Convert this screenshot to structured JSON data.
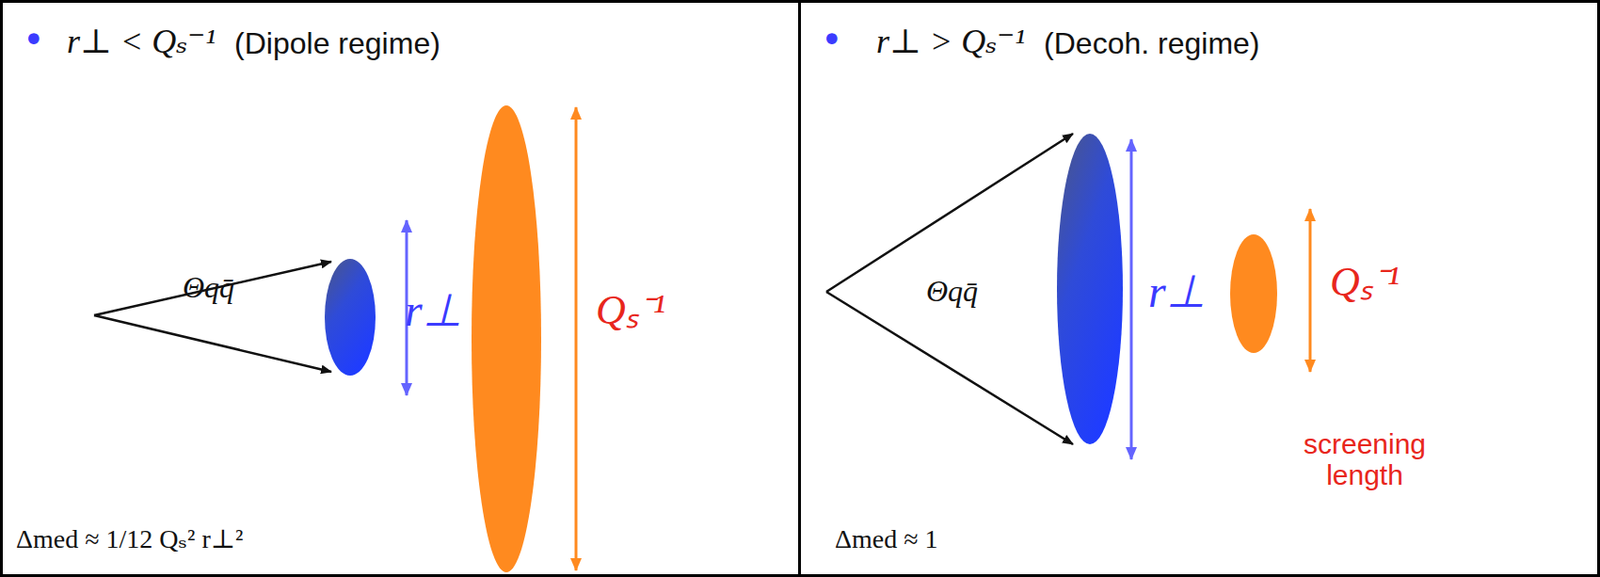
{
  "diagram": {
    "nodes": [
      {
        "text": [
          "r⊥ < Qₛ⁻¹",
          "(Dipole regime)",
          "Δmed ≈ 1/12 Qₛ² r⊥²"
        ]
      },
      {
        "text": [
          "r⊥ > Qₛ⁻¹",
          "(Decoh. regime)",
          "Δmed ≈ 1"
        ]
      }
    ],
    "labels": [
      "•",
      "Θqq̄",
      "r⊥",
      "Qₛ⁻¹",
      "•",
      "Θqq̄",
      "r⊥",
      "Qₛ⁻¹",
      "screening length"
    ]
  }
}
